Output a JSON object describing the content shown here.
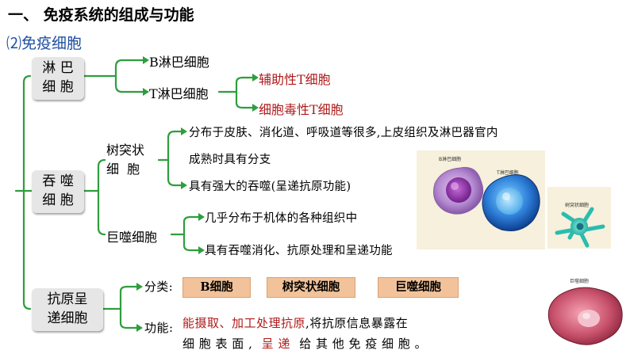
{
  "title": "一、 免疫系统的组成与功能",
  "subtitle": "⑵免疫细胞",
  "lymphocyte": {
    "label_line1": "淋 巴",
    "label_line2": "细 胞",
    "b_cell": "B淋巴细胞",
    "t_cell": "T淋巴细胞",
    "helper_t": "辅助性T细胞",
    "cytotoxic_t": "细胞毒性T细胞"
  },
  "phagocyte": {
    "label_line1": "吞 噬",
    "label_line2": "细 胞",
    "dendritic": {
      "label_line1": "树突状",
      "label_line2": "细  胞",
      "desc1_line1": "分布于皮肤、消化道、呼吸道等很多,上皮组织及淋巴器官内",
      "desc1_line2": "成熟时具有分支",
      "desc2": "具有强大的吞噬(呈递抗原功能)"
    },
    "macrophage": {
      "label": "巨噬细胞",
      "desc1": "几乎分布于机体的各种组织中",
      "desc2": "具有吞噬消化、抗原处理和呈递功能"
    }
  },
  "apc": {
    "label_line1": "抗原呈",
    "label_line2": "递细胞",
    "types_label": "分类:",
    "types": [
      "B细胞",
      "树突状细胞",
      "巨噬细胞"
    ],
    "function_label": "功能:",
    "function_red1": "能摄取、加工处理抗原",
    "function_black1": ",将抗原信息暴露在",
    "function_black2a": "细 胞 表 面 ,",
    "function_red2": "呈 递",
    "function_black2b": "给 其 他 免 疫 细 胞 。"
  },
  "images": {
    "b_cell_caption": "B淋巴细胞",
    "t_cell_caption": "T淋巴细胞",
    "dendritic_caption": "树突状细胞",
    "macrophage_caption": "巨噬细胞"
  },
  "colors": {
    "line": "#2e9e3e",
    "red_text": "#b01a1a",
    "type_box": "#f2c39a",
    "subtitle": "#1f4fa0"
  }
}
